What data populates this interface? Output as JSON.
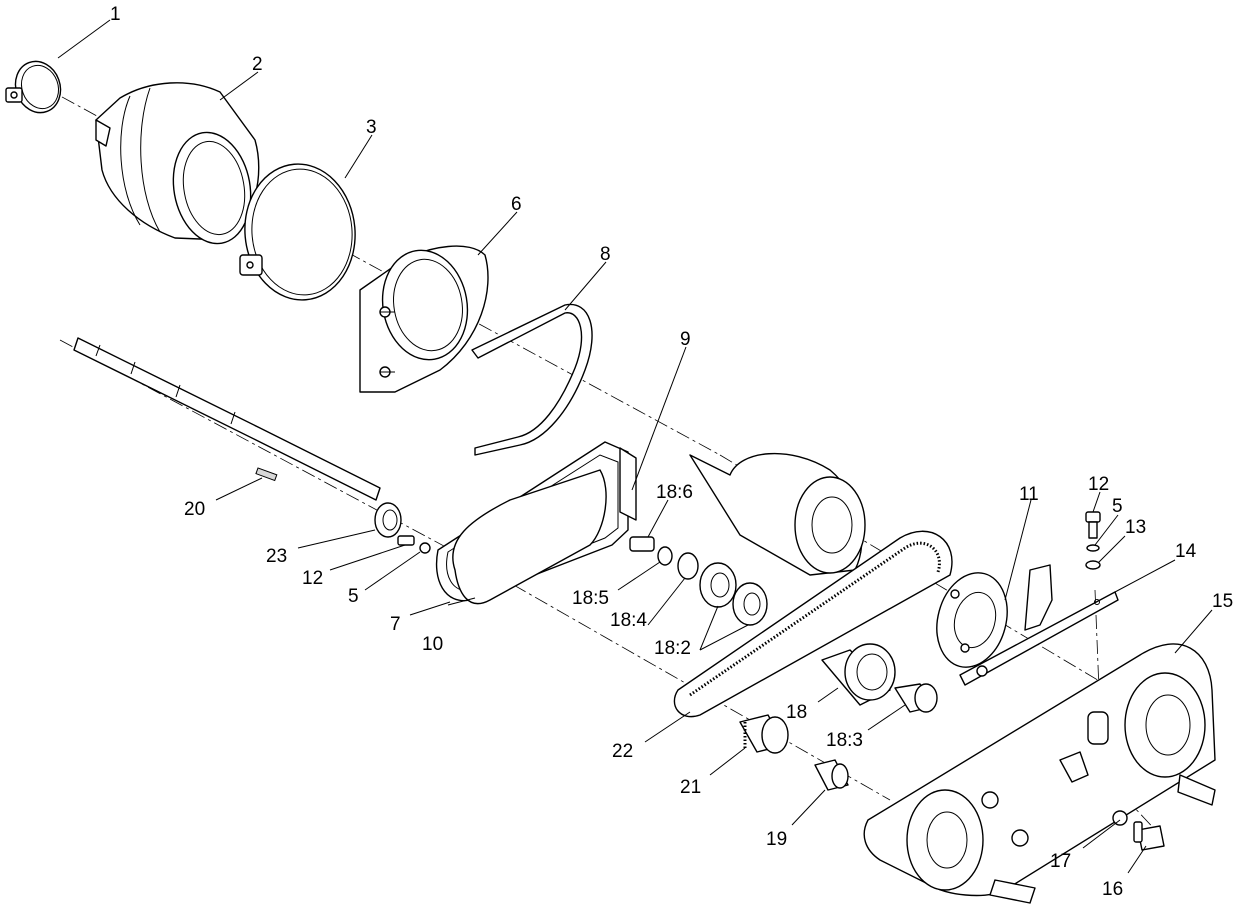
{
  "callouts": [
    {
      "id": "c1",
      "label": "1"
    },
    {
      "id": "c2",
      "label": "2"
    },
    {
      "id": "c3",
      "label": "3"
    },
    {
      "id": "c6",
      "label": "6"
    },
    {
      "id": "c8",
      "label": "8"
    },
    {
      "id": "c9",
      "label": "9"
    },
    {
      "id": "c20",
      "label": "20"
    },
    {
      "id": "c23",
      "label": "23"
    },
    {
      "id": "c12a",
      "label": "12"
    },
    {
      "id": "c5a",
      "label": "5"
    },
    {
      "id": "c7",
      "label": "7"
    },
    {
      "id": "c10",
      "label": "10"
    },
    {
      "id": "c18_6",
      "label": "18:6"
    },
    {
      "id": "c18_5",
      "label": "18:5"
    },
    {
      "id": "c18_4",
      "label": "18:4"
    },
    {
      "id": "c18_2",
      "label": "18:2"
    },
    {
      "id": "c11",
      "label": "11"
    },
    {
      "id": "c12b",
      "label": "12"
    },
    {
      "id": "c5b",
      "label": "5"
    },
    {
      "id": "c13",
      "label": "13"
    },
    {
      "id": "c14",
      "label": "14"
    },
    {
      "id": "c15",
      "label": "15"
    },
    {
      "id": "c18",
      "label": "18"
    },
    {
      "id": "c18_3",
      "label": "18:3"
    },
    {
      "id": "c22",
      "label": "22"
    },
    {
      "id": "c21",
      "label": "21"
    },
    {
      "id": "c19",
      "label": "19"
    },
    {
      "id": "c17",
      "label": "17"
    },
    {
      "id": "c16",
      "label": "16"
    }
  ]
}
